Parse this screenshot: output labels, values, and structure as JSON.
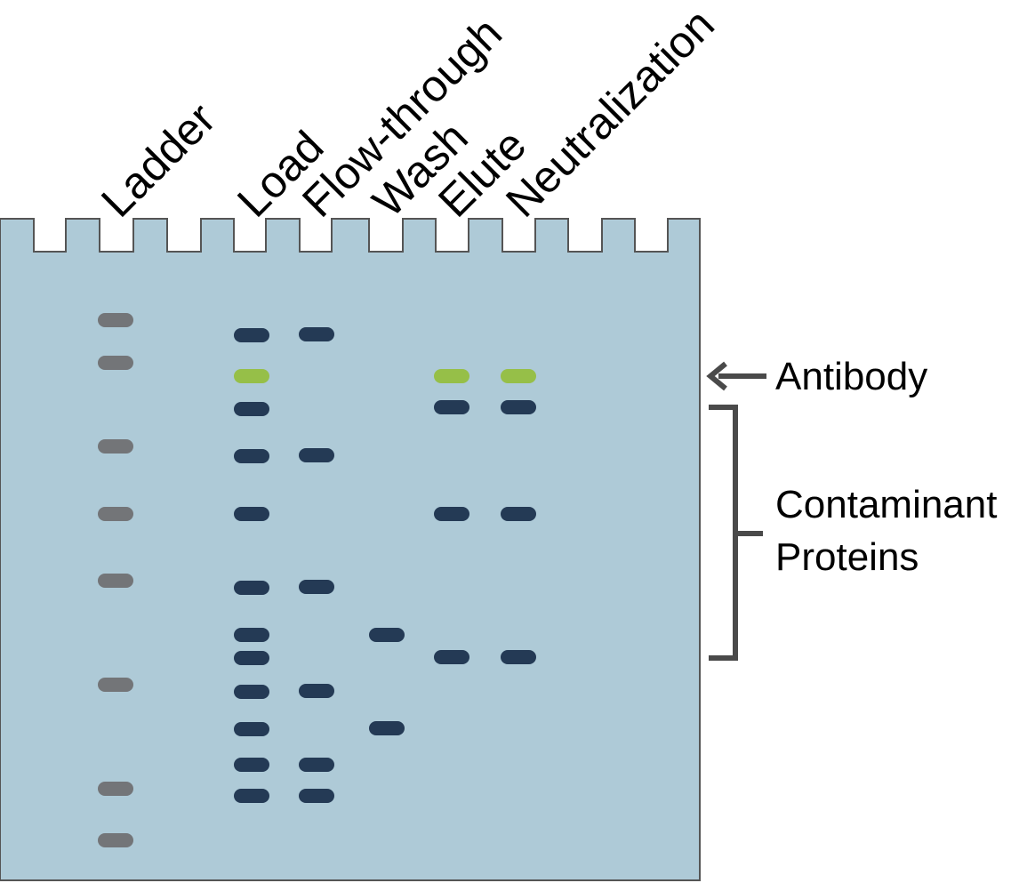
{
  "colors": {
    "gel_fill": "#aecad7",
    "gel_stroke": "#555555",
    "ladder_band": "#737578",
    "protein_band": "#243a55",
    "antibody_band": "#96bf48",
    "annotation": "#4a4a4a",
    "text": "#000000"
  },
  "lanes": [
    {
      "key": "ladder",
      "label": "Ladder"
    },
    {
      "key": "load",
      "label": "Load"
    },
    {
      "key": "flow",
      "label": "Flow-through"
    },
    {
      "key": "wash",
      "label": "Wash"
    },
    {
      "key": "elute",
      "label": "Elute"
    },
    {
      "key": "neut",
      "label": "Neutralization"
    }
  ],
  "bands": {
    "ladder": [
      "ladder",
      "ladder",
      "ladder",
      "ladder",
      "ladder",
      "ladder",
      "ladder",
      "ladder"
    ],
    "load": [
      "protein",
      "antibody",
      "protein",
      "protein",
      "protein",
      "protein",
      "protein",
      "protein",
      "protein",
      "protein",
      "protein",
      "protein"
    ],
    "flow": [
      "protein",
      "protein",
      "protein",
      "protein",
      "protein",
      "protein"
    ],
    "wash": [
      "protein",
      "protein"
    ],
    "elute": [
      "antibody",
      "protein",
      "protein",
      "protein"
    ],
    "neut": [
      "antibody",
      "protein",
      "protein",
      "protein"
    ]
  },
  "annotations": {
    "antibody": "Antibody",
    "contaminant_line1": "Contaminant",
    "contaminant_line2": "Proteins"
  }
}
